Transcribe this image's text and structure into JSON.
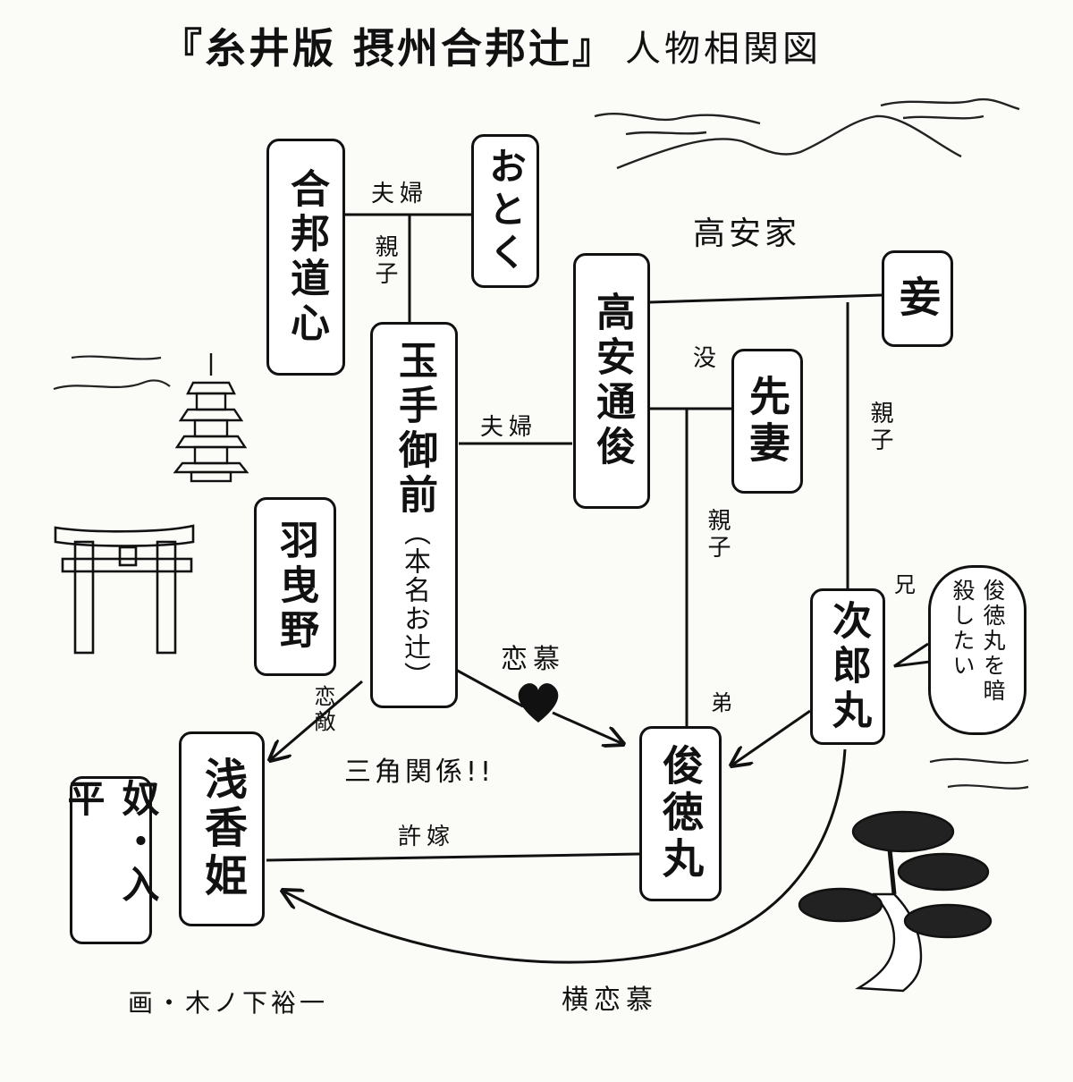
{
  "title": {
    "main": "『糸井版 摂州合邦辻』",
    "sub": "人物相関図"
  },
  "characters": {
    "gappo_doshin": "合邦道心",
    "otoku": "おとく",
    "tamate_gozen": "玉手御前",
    "tamate_gozen_note": "（本名お辻）",
    "takayasu_michitoshi": "高安通俊",
    "mekake": "妾",
    "senzai": "先妻",
    "hagaino": "羽曳野",
    "jirohmaru": "次郎丸",
    "shuntokumaru": "俊徳丸",
    "asaka_hime": "浅香姫",
    "yakko_irihei": "奴・入平"
  },
  "labels": {
    "takayasu_family": "高安家",
    "fuufu_1": "夫婦",
    "oyako_1": "親子",
    "fuufu_2": "夫婦",
    "botsu": "没",
    "oyako_2": "親子",
    "oyako_3": "親子",
    "ani": "兄",
    "otouto": "弟",
    "renbo": "恋慕",
    "rental_enemy": "恋敵",
    "sankaku": "三角関係!!",
    "iinazuke": "許嫁",
    "yokorenbo": "横恋慕"
  },
  "speech_bubble": "俊徳丸を暗殺したい",
  "credit": "画・木ノ下裕一"
}
